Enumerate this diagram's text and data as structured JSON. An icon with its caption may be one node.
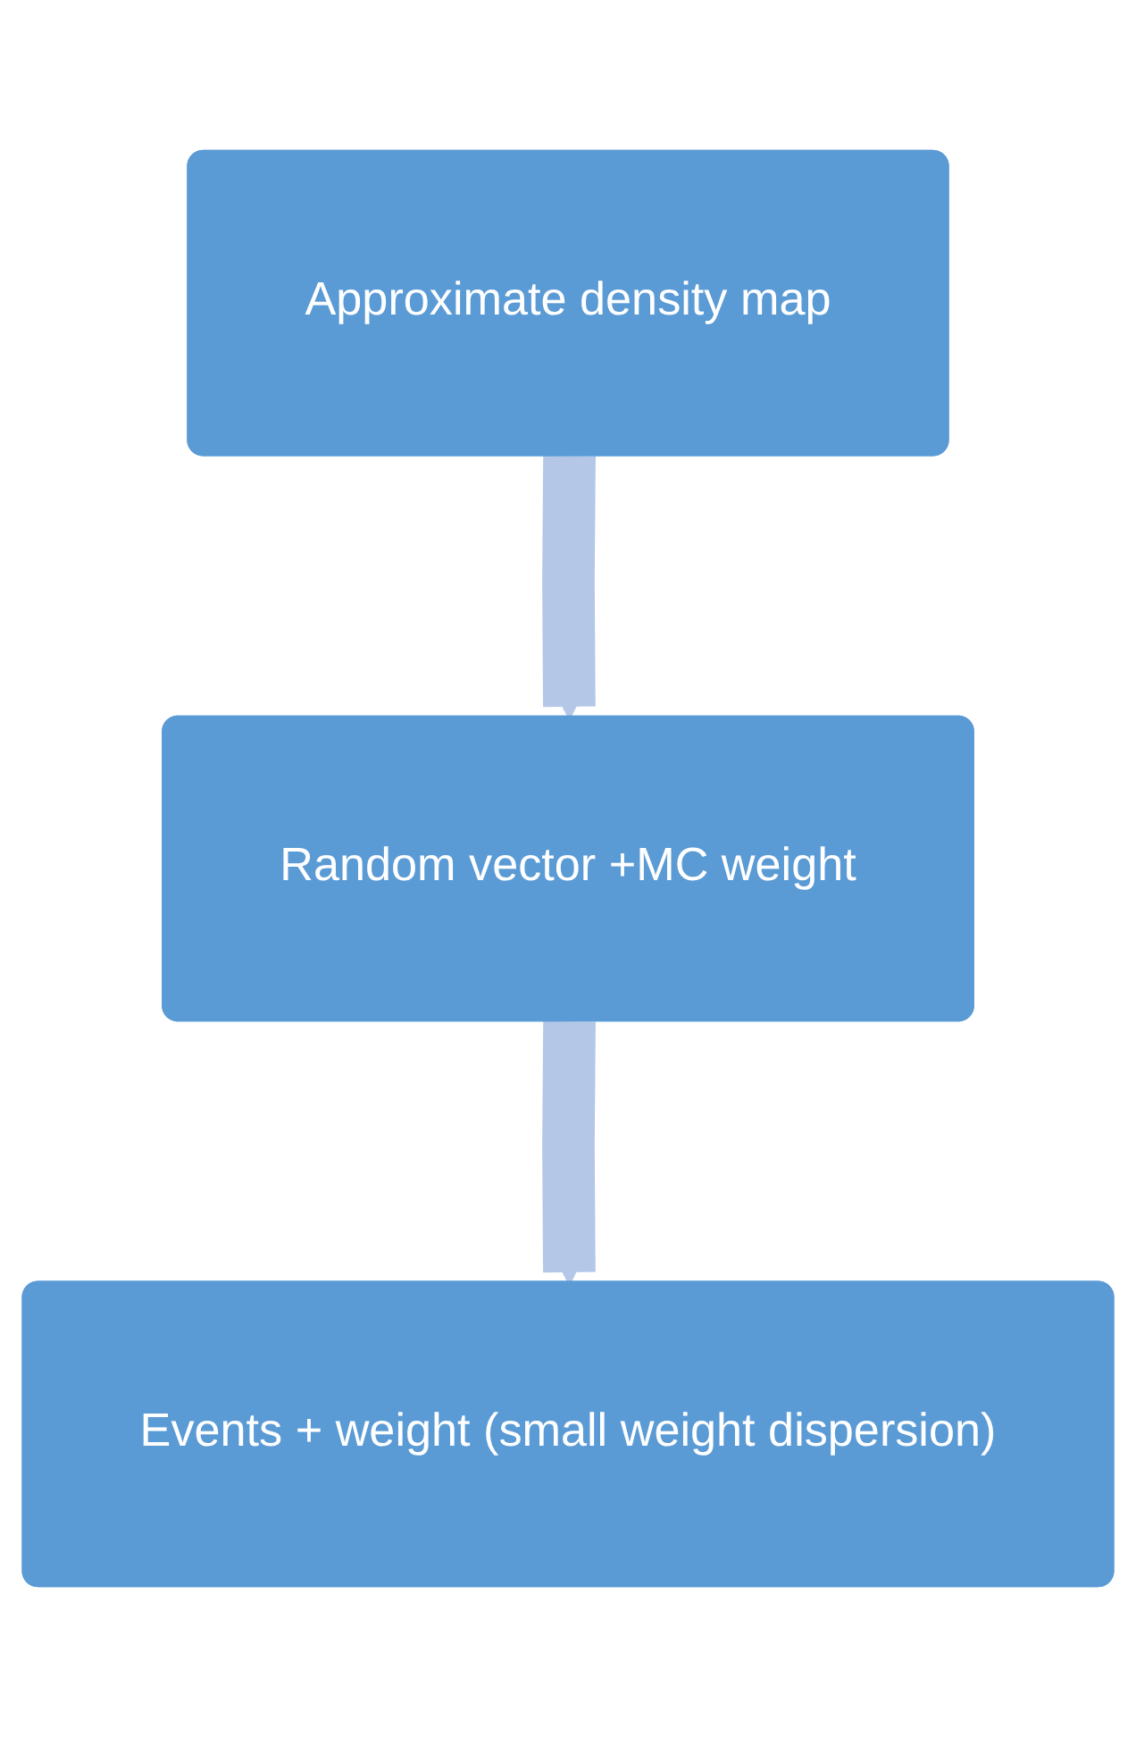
{
  "diagram": {
    "nodes": [
      {
        "text": [
          "Approximate density map"
        ]
      },
      {
        "text": [
          "Random vector +MC weight"
        ]
      },
      {
        "text": [
          "Events + weight (small weight dispersion)"
        ]
      }
    ],
    "edges": [
      {
        "from": 0,
        "to": 1,
        "arrow": "to"
      },
      {
        "from": 1,
        "to": 2,
        "arrow": "to"
      }
    ]
  }
}
